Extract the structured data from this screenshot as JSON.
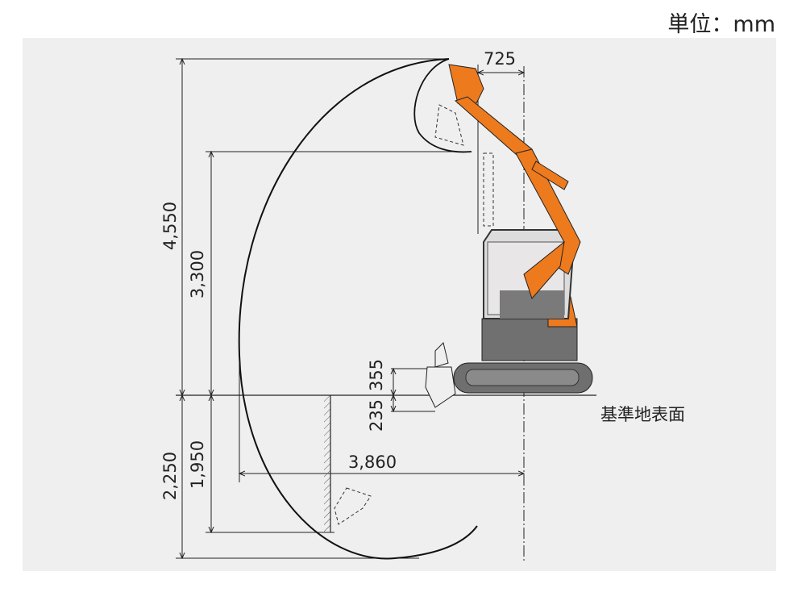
{
  "unit_label": "単位：mm",
  "ground_label": "基準地表面",
  "dimensions": {
    "max_digging_height": "4,550",
    "max_dump_height": "3,300",
    "max_digging_depth": "2,250",
    "max_vertical_wall_depth": "1,950",
    "max_reach": "3,860",
    "min_swing_radius_offset": "725",
    "blade_lift": "355",
    "blade_drop": "235"
  },
  "colors": {
    "background": "#efefef",
    "accent": "#ee7a1e",
    "body": "#6f6f6f",
    "line": "#222222"
  }
}
